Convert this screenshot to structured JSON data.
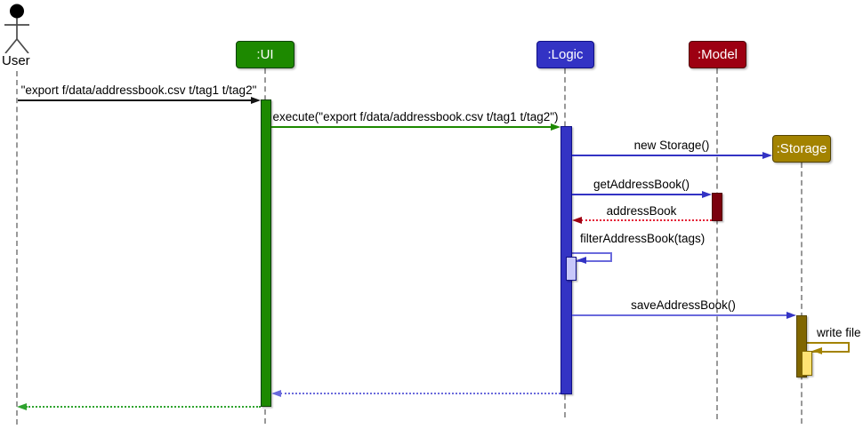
{
  "diagram": {
    "type": "uml-sequence-diagram",
    "actor": {
      "label": "User"
    },
    "participants": [
      {
        "id": "ui",
        "label": ":UI",
        "color": "#1D8900"
      },
      {
        "id": "logic",
        "label": ":Logic",
        "color": "#3333C4"
      },
      {
        "id": "model",
        "label": ":Model",
        "color": "#9D0012"
      },
      {
        "id": "storage",
        "label": ":Storage",
        "color": "#A38300",
        "created_during_sequence": true
      }
    ],
    "messages": [
      {
        "from": "User",
        "to": ":UI",
        "label": "\"export f/data/addressbook.csv t/tag1 t/tag2\"",
        "line": "solid",
        "kind": "call"
      },
      {
        "from": ":UI",
        "to": ":Logic",
        "label": "execute(\"export f/data/addressbook.csv t/tag1 t/tag2\")",
        "line": "solid",
        "kind": "call"
      },
      {
        "from": ":Logic",
        "to": ":Storage",
        "label": "new Storage()",
        "line": "solid",
        "kind": "create"
      },
      {
        "from": ":Logic",
        "to": ":Model",
        "label": "getAddressBook()",
        "line": "solid",
        "kind": "call"
      },
      {
        "from": ":Model",
        "to": ":Logic",
        "label": "addressBook",
        "line": "dotted",
        "kind": "return"
      },
      {
        "from": ":Logic",
        "to": ":Logic",
        "label": "filterAddressBook(tags)",
        "line": "solid",
        "kind": "self-call"
      },
      {
        "from": ":Logic",
        "to": ":Storage",
        "label": "saveAddressBook()",
        "line": "solid",
        "kind": "call"
      },
      {
        "from": ":Storage",
        "to": ":Storage",
        "label": "write file",
        "line": "solid",
        "kind": "self-call"
      },
      {
        "from": ":Logic",
        "to": ":UI",
        "label": "",
        "line": "dotted",
        "kind": "return"
      },
      {
        "from": ":UI",
        "to": "User",
        "label": "",
        "line": "dotted",
        "kind": "return"
      }
    ],
    "colors": {
      "ui_fill": "#1D8900",
      "ui_border": "#0E4100",
      "green_return": "#2FA32F",
      "logic_fill": "#3333C4",
      "logic_border": "#101086",
      "logic_light": "#C8C8FA",
      "logic_mid": "#6A6ADC",
      "model_fill": "#9D0012",
      "model_border": "#51000A",
      "model_bar": "#7B000E",
      "model_bright": "#E41F36",
      "storage_fill": "#A38300",
      "storage_border": "#544400",
      "storage_bar": "#806600",
      "storage_light": "#FFE374",
      "arrow_black": "#141414",
      "lifeline": "#999999",
      "label_text": "#000000"
    }
  }
}
